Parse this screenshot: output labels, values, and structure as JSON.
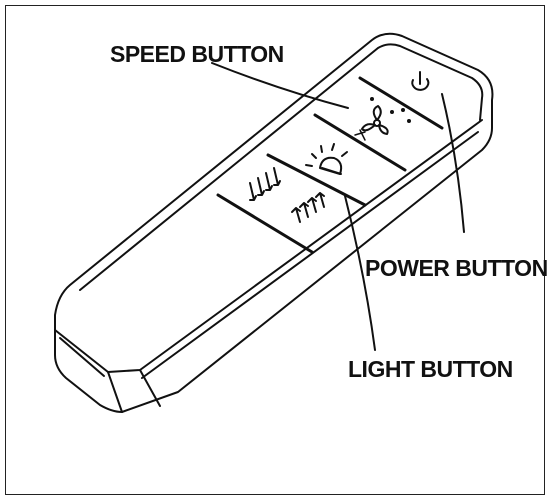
{
  "callouts": {
    "speed": "SPEED BUTTON",
    "power": "POWER BUTTON",
    "light": "LIGHT BUTTON"
  },
  "colors": {
    "ink": "#111111",
    "background": "#ffffff"
  },
  "icons": {
    "power": "power-icon",
    "fan": "fan-icon",
    "light": "light-bulb-icon",
    "down": "arrows-down-icon",
    "up": "arrows-up-icon"
  }
}
